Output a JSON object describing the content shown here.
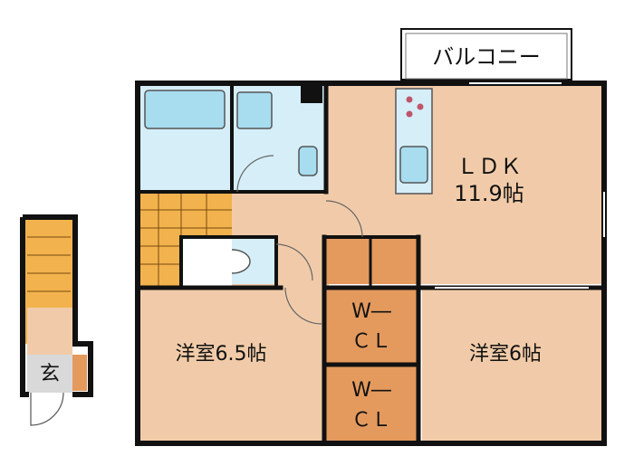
{
  "plan": {
    "balcony_label": "バルコニー",
    "ldk_label": "ＬＤＫ",
    "ldk_size": "11.9帖",
    "western_room_a": "洋室6.5帖",
    "western_room_b": "洋室6帖",
    "wcl_top_line1": "W―",
    "wcl_top_line2": "ＣＬ",
    "wcl_bottom_line1": "W―",
    "wcl_bottom_line2": "ＣＬ",
    "entrance_label": "玄"
  },
  "colors": {
    "room_floor": "#f1cba9",
    "closet": "#e49a5d",
    "wet_area": "#d6eef8",
    "fixture": "#a8dcef",
    "stairs": "#f2b24d",
    "entrance_floor": "#d9d9d9",
    "wall": "#111111"
  }
}
